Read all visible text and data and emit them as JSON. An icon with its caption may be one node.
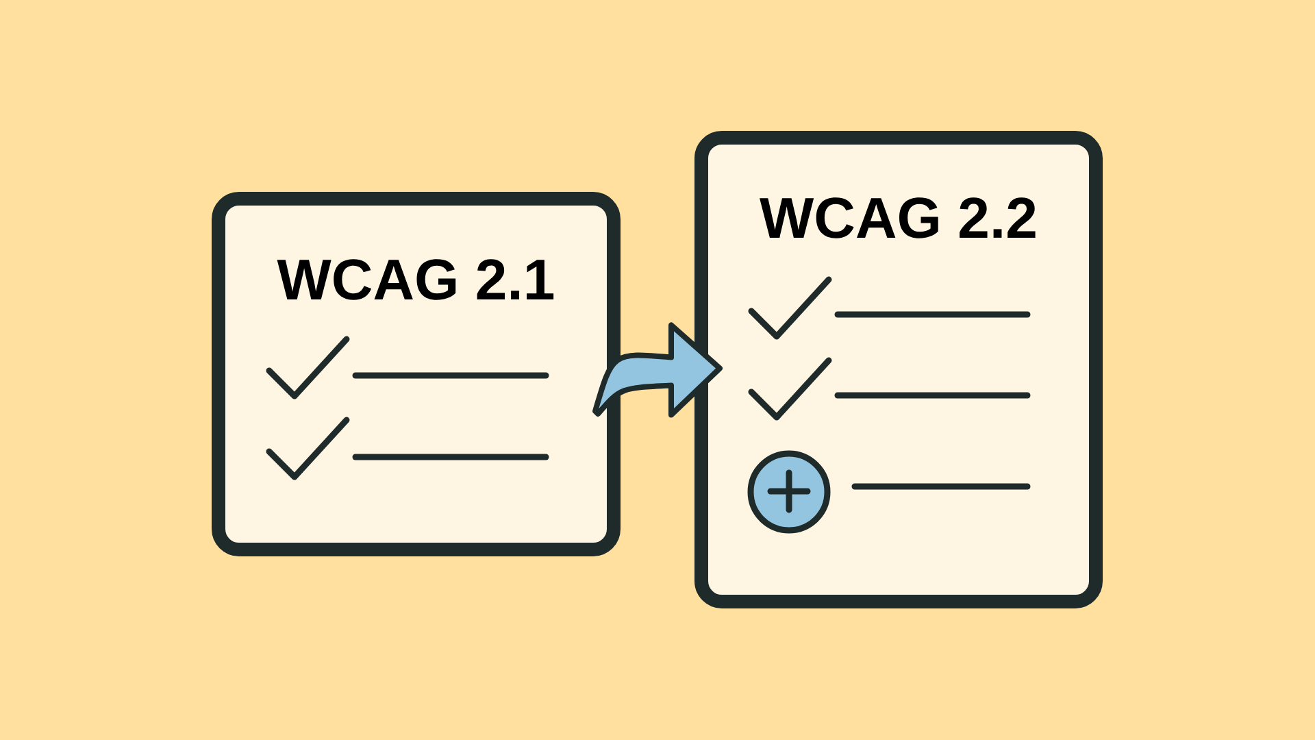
{
  "diagram": {
    "nodes": [
      {
        "text": [
          "WCAG 2.1"
        ]
      },
      {
        "text": [
          "WCAG 2.2"
        ]
      }
    ],
    "edges": [
      {
        "from": 0,
        "to": 1,
        "arrow": "to"
      }
    ]
  }
}
